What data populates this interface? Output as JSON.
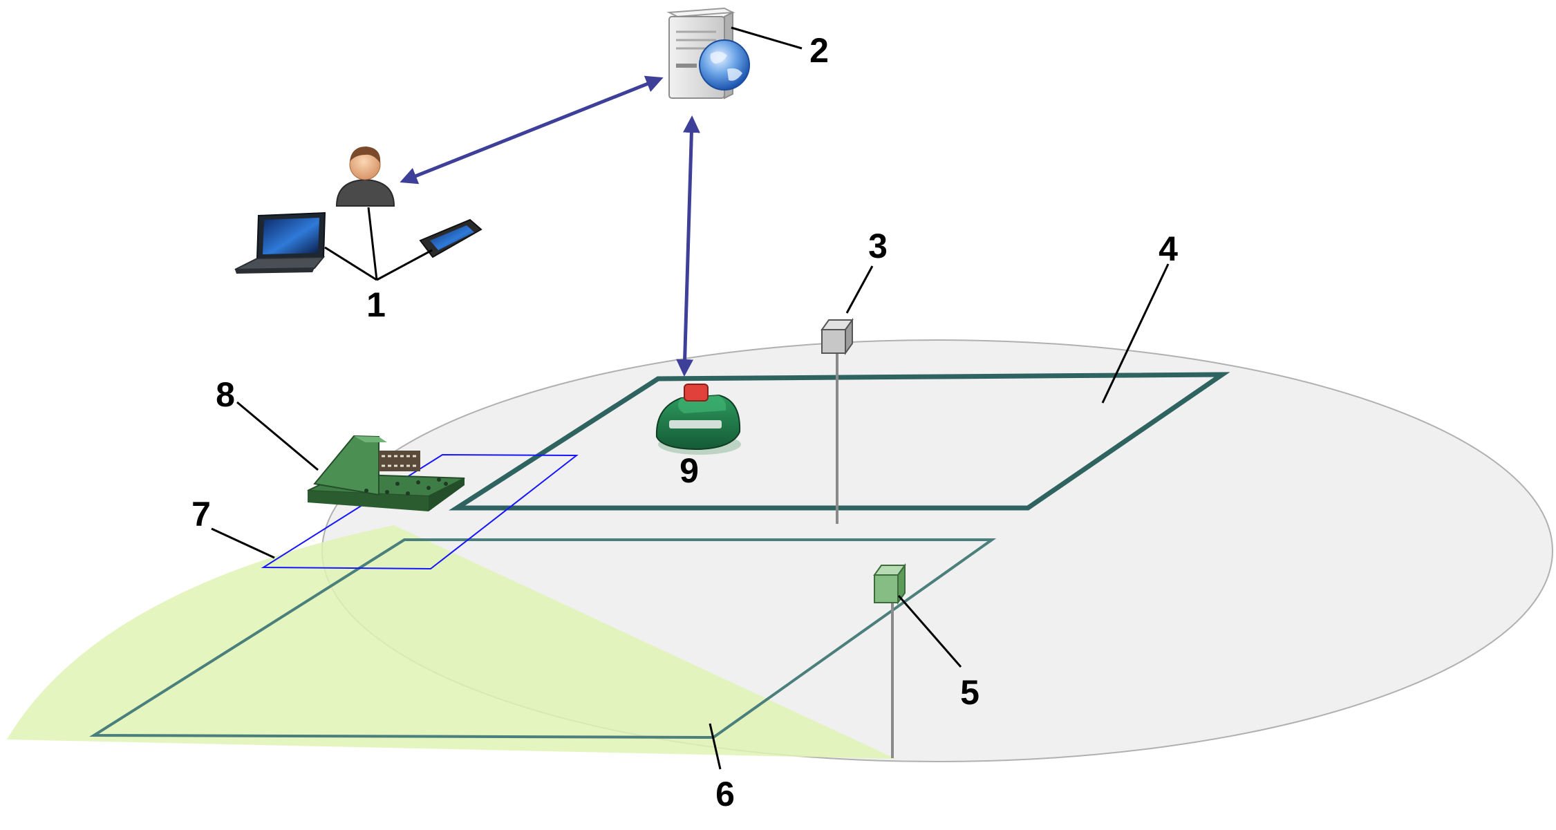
{
  "labels": {
    "devices": "1",
    "server": "2",
    "sensor_gray": "3",
    "lawn_area": "4",
    "sensor_green": "5",
    "coverage_boundary": "6",
    "dock_boundary": "7",
    "charging_station": "8",
    "mower": "9"
  },
  "icons": {
    "server": "server-globe-icon",
    "user": "user-icon",
    "laptop": "laptop-icon",
    "phone": "smartphone-icon",
    "sensor_gray": "sensor-box-icon",
    "sensor_green": "sensor-box-icon",
    "charging_station": "charging-station-icon",
    "mower": "robotic-mower-icon"
  },
  "colors": {
    "link_arrow": "#3d3f99",
    "area_fill": "#f0f0f0",
    "area_stroke": "#b0b0b0",
    "boundary": "#2e6360",
    "coverage_fill": "#dff3b4",
    "dock_boundary": "#1515ff",
    "mower_body": "#1e7a4a",
    "mower_accent": "#e0413a",
    "sensor_gray": "#c7c7c7",
    "sensor_green": "#86bd84"
  }
}
